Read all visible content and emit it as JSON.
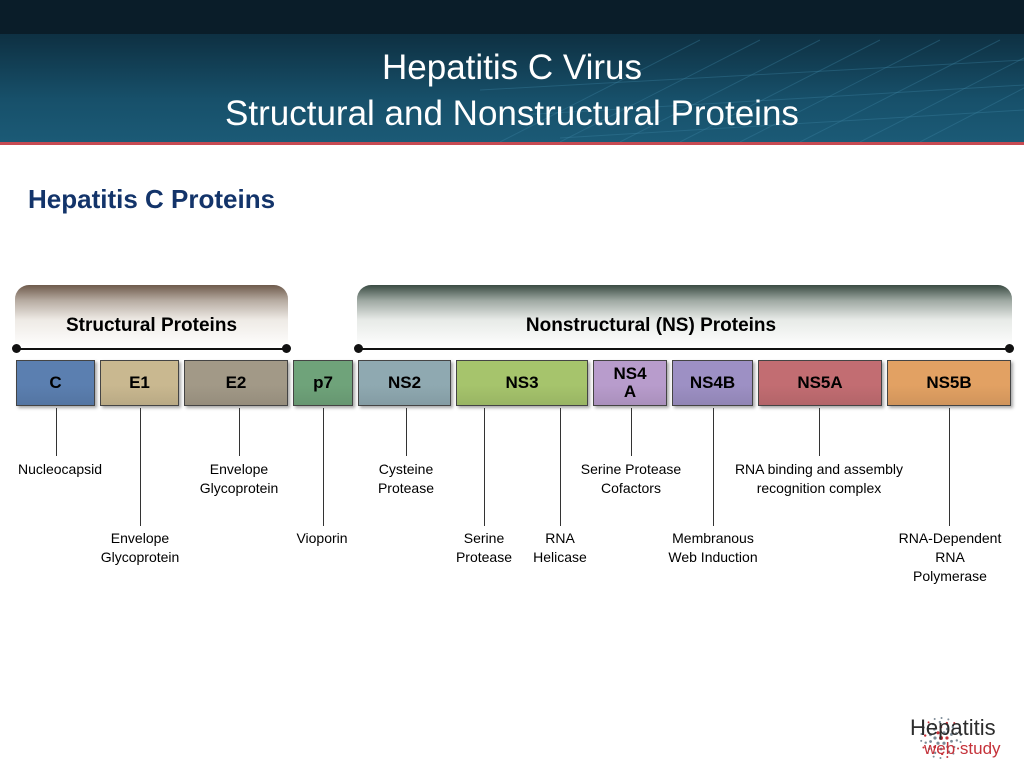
{
  "slide": {
    "title_line1": "Hepatitis C Virus",
    "title_line2": "Structural and Nonstructural Proteins",
    "subheading": "Hepatitis C Proteins"
  },
  "groups": {
    "structural": "Structural Proteins",
    "nonstructural": "Nonstructural (NS) Proteins"
  },
  "proteins": [
    {
      "label": "C",
      "color": "#5b7fb0"
    },
    {
      "label": "E1",
      "color": "#c9b890"
    },
    {
      "label": "E2",
      "color": "#a29987"
    },
    {
      "label": "p7",
      "color": "#6fa37a"
    },
    {
      "label": "NS2",
      "color": "#8fa9b1"
    },
    {
      "label": "NS3",
      "color": "#a6c46c"
    },
    {
      "label": "NS4A",
      "color": "#b89ccc"
    },
    {
      "label": "NS4B",
      "color": "#9d90c4"
    },
    {
      "label": "NS5A",
      "color": "#c26d72"
    },
    {
      "label": "NS5B",
      "color": "#e2a163"
    }
  ],
  "annotations": [
    {
      "protein": "C",
      "text": "Nucleocapsid"
    },
    {
      "protein": "E1",
      "text": "Envelope\nGlycoprotein"
    },
    {
      "protein": "E2",
      "text": "Envelope\nGlycoprotein"
    },
    {
      "protein": "p7",
      "text": "Vioporin"
    },
    {
      "protein": "NS2",
      "text": "Cysteine\nProtease"
    },
    {
      "protein": "NS3",
      "text": "Serine\nProtease"
    },
    {
      "protein": "NS3",
      "text": "RNA\nHelicase"
    },
    {
      "protein": "NS4A",
      "text": "Serine Protease\nCofactors"
    },
    {
      "protein": "NS4B",
      "text": "Membranous\nWeb Induction"
    },
    {
      "protein": "NS5A",
      "text": "RNA binding and assembly\nrecognition complex"
    },
    {
      "protein": "NS5B",
      "text": "RNA-Dependent\nRNA\nPolymerase"
    }
  ],
  "logo": {
    "line1": "Hepatitis",
    "line2": "web study",
    "colors": {
      "primary": "#2d2d2d",
      "accent": "#c5323a"
    }
  }
}
